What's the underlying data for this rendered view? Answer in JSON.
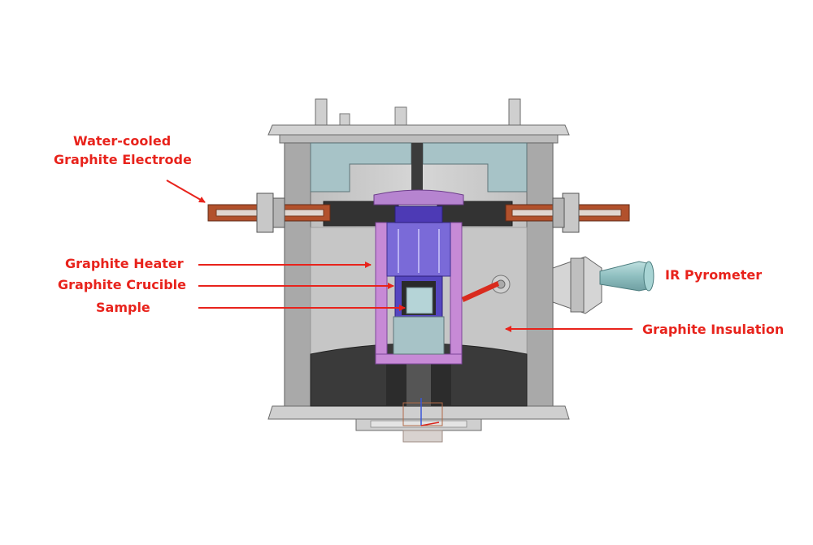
{
  "labels": {
    "electrode_line1": "Water-cooled",
    "electrode_line2": "Graphite Electrode",
    "heater": "Graphite Heater",
    "crucible": "Graphite Crucible",
    "sample": "Sample",
    "pyrometer": "IR Pyrometer",
    "insulation": "Graphite Insulation"
  },
  "colors": {
    "label_red": "#e8231c",
    "steel": "#c9c9c9",
    "steel_dark": "#8e8e8e",
    "insulation_fill": "#a7c3c7",
    "graphite_dark": "#3a3a3a",
    "heater_purple": "#7a6ad8",
    "crucible_pink": "#c78ad6",
    "electrode_copper": "#b2512c",
    "pyrometer_teal": "#9cc9c9"
  },
  "icons": [
    "water-cooled-electrode-left",
    "water-cooled-electrode-right",
    "ir-pyrometer",
    "ir-beam",
    "coordinate-axes-icon"
  ]
}
